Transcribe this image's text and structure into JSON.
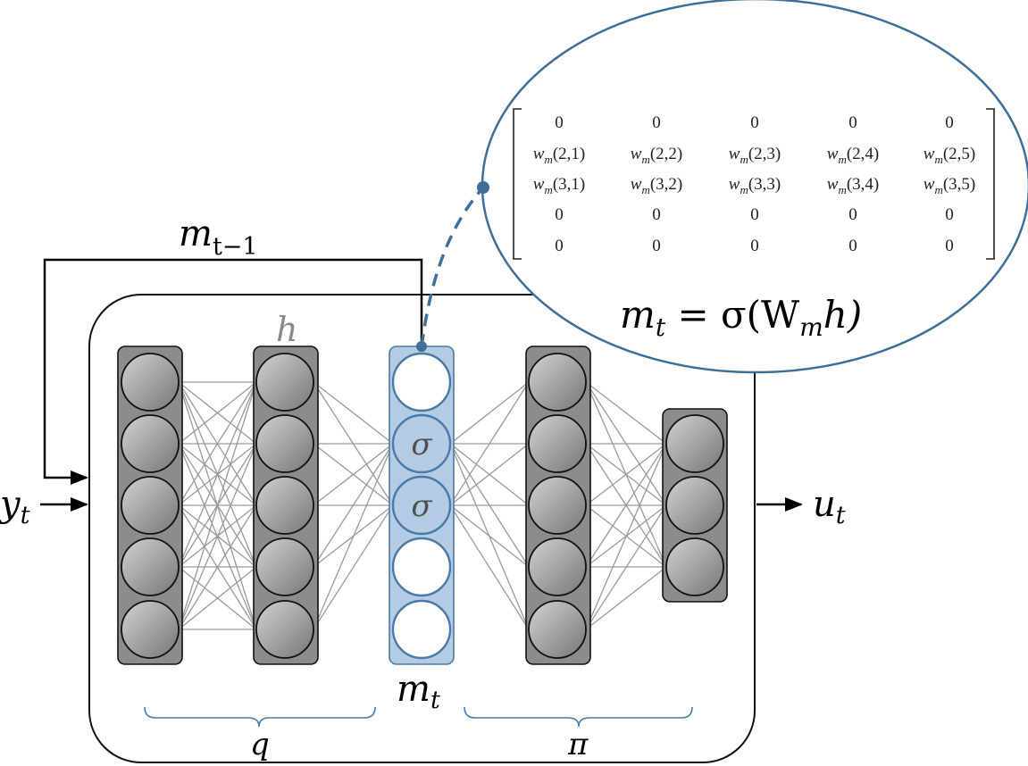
{
  "labels": {
    "input": {
      "var": "y",
      "sub": "t"
    },
    "output": {
      "var": "u",
      "sub": "t"
    },
    "feedback": {
      "var": "m",
      "sub": "t−1"
    },
    "hidden": "h",
    "memory": {
      "var": "m",
      "sub": "t"
    },
    "encoder": "q",
    "policy": "π"
  },
  "equation": {
    "lhs": "m",
    "lhs_sub": "t",
    "eq": " = σ(W",
    "w_sub": "m",
    "tail": "h)"
  },
  "activation_symbol": "σ",
  "layers": [
    {
      "id": "input",
      "nodes": 5,
      "style": "gray"
    },
    {
      "id": "hidden",
      "nodes": 5,
      "style": "gray"
    },
    {
      "id": "memory",
      "nodes": 5,
      "style": "blue",
      "sigma_nodes": [
        1,
        2
      ]
    },
    {
      "id": "policy-hidden",
      "nodes": 5,
      "style": "gray"
    },
    {
      "id": "output",
      "nodes": 3,
      "style": "gray"
    }
  ],
  "matrix": [
    [
      "0",
      "0",
      "0",
      "0",
      "0"
    ],
    [
      "w_m(2,1)",
      "w_m(2,2)",
      "w_m(2,3)",
      "w_m(2,4)",
      "w_m(2,5)"
    ],
    [
      "w_m(3,1)",
      "w_m(3,2)",
      "w_m(3,3)",
      "w_m(3,4)",
      "w_m(3,5)"
    ],
    [
      "0",
      "0",
      "0",
      "0",
      "0"
    ],
    [
      "0",
      "0",
      "0",
      "0",
      "0"
    ]
  ],
  "colors": {
    "gray_fill": "#8c8c8c",
    "node_light": "#c8c8c8",
    "node_dark": "#7a7a7a",
    "blue_fill": "#b3cbe3",
    "blue_stroke": "#4a7aa7",
    "callout_stroke": "#3f6e97",
    "edge": "#9a9a9a"
  }
}
